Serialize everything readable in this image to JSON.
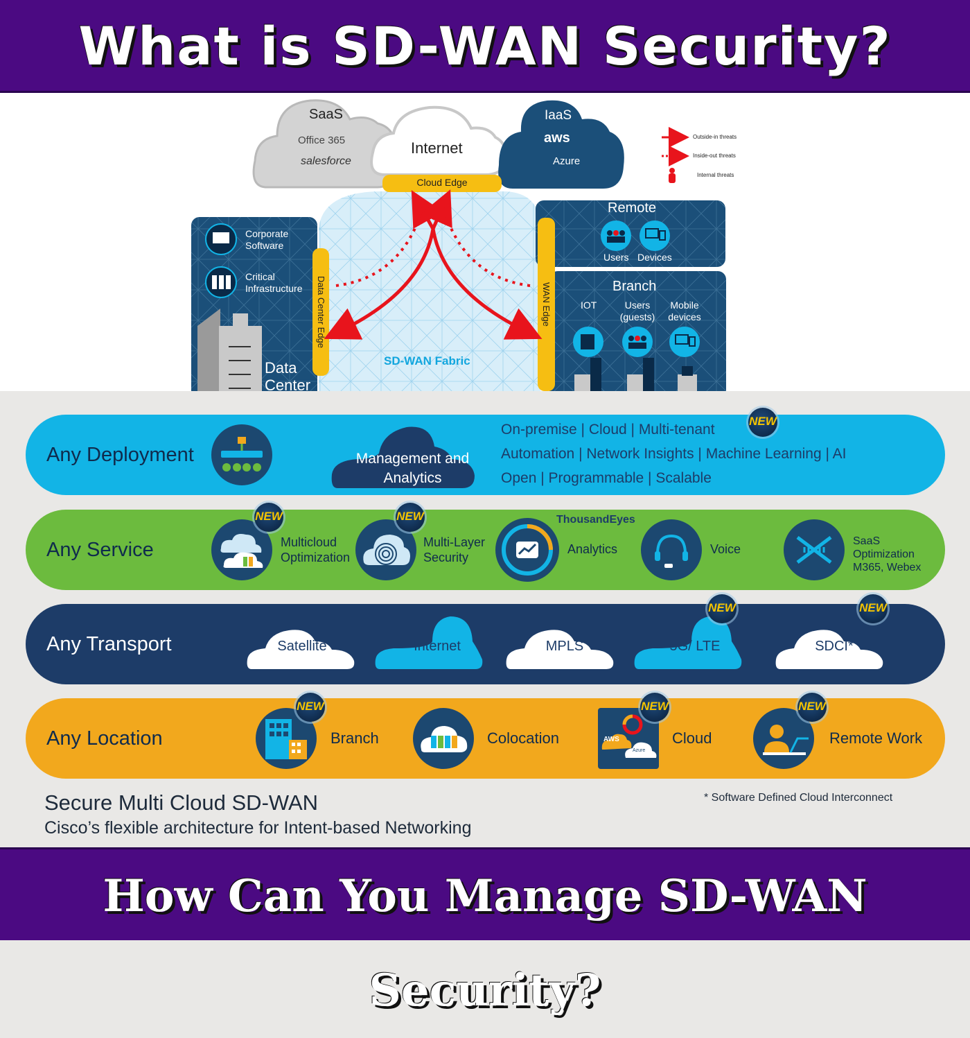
{
  "banner": {
    "top_title": "What is SD-WAN Security?",
    "bottom_title": "How Can You Manage SD-WAN Security?"
  },
  "diagram": {
    "saas": {
      "title": "SaaS",
      "items": [
        "Office 365",
        "salesforce"
      ]
    },
    "internet": {
      "title": "Internet",
      "edge": "Cloud Edge"
    },
    "iaas": {
      "title": "IaaS",
      "items": [
        "aws",
        "Azure"
      ]
    },
    "legend": [
      "Outside-in threats",
      "Inside-out threats",
      "Internal threats"
    ],
    "data_center": {
      "items": [
        "Corporate Software",
        "Critical Infrastructure"
      ],
      "title": "Data Center",
      "edge": "Data Center Edge"
    },
    "fabric": "SD-WAN Fabric",
    "wan_edge": "WAN Edge",
    "remote": {
      "title": "Remote",
      "items": [
        "Users",
        "Devices"
      ]
    },
    "branch": {
      "title": "Branch",
      "items": [
        "IOT",
        "Users (guests)",
        "Mobile devices"
      ]
    }
  },
  "rows": {
    "deployment": {
      "label_a": "Any",
      "label_b": "Deployment",
      "mgmt": "Management and Analytics",
      "lines": [
        "On-premise | Cloud | Multi-tenant",
        "Automation | Network Insights | Machine Learning | AI",
        "Open | Programmable | Scalable"
      ]
    },
    "service": {
      "label_a": "Any",
      "label_b": "Service",
      "items": [
        "Multicloud Optimization",
        "Multi-Layer Security",
        "Analytics",
        "Voice",
        "SaaS Optimization M365, Webex"
      ],
      "brand": "ThousandEyes"
    },
    "transport": {
      "label_a": "Any",
      "label_b": "Transport",
      "items": [
        "Satellite",
        "Internet",
        "MPLS",
        "5G/ LTE",
        "SDCI*"
      ]
    },
    "location": {
      "label_a": "Any",
      "label_b": "Location",
      "items": [
        "Branch",
        "Colocation",
        "Cloud",
        "Remote Work"
      ],
      "cloud_icons": [
        "AWS",
        "Azure"
      ]
    }
  },
  "badge": "NEW",
  "footer": {
    "title": "Secure Multi Cloud SD-WAN",
    "subtitle": "Cisco’s flexible architecture for Intent-based Networking",
    "footnote": "* Software Defined Cloud Interconnect"
  },
  "colors": {
    "banner": "#4b0a82",
    "deployment": "#12b4e6",
    "service": "#6cbb3e",
    "transport": "#1d3c68",
    "location": "#f2a81d",
    "edge": "#f6be12",
    "threat": "#e8141c"
  }
}
